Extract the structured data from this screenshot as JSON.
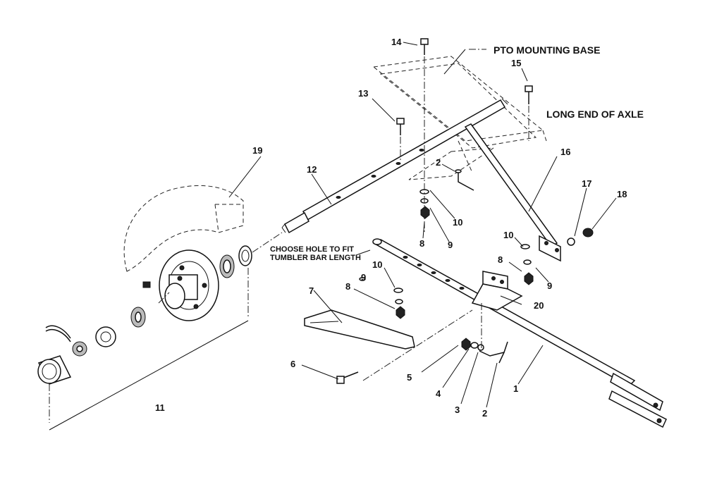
{
  "callouts": {
    "c1": "1",
    "c2a": "2",
    "c2b": "2",
    "c3": "3",
    "c4": "4",
    "c5": "5",
    "c6": "6",
    "c7": "7",
    "c8a": "8",
    "c8b": "8",
    "c8c": "8",
    "c9a": "9",
    "c9b": "9",
    "c9c": "9",
    "c10a": "10",
    "c10b": "10",
    "c10c": "10",
    "c11": "11",
    "c12": "12",
    "c13": "13",
    "c14": "14",
    "c15": "15",
    "c16": "16",
    "c17": "17",
    "c18": "18",
    "c19": "19",
    "c20": "20"
  },
  "notes": {
    "pto": "PTO MOUNTING BASE",
    "long_end": "LONG END OF AXLE",
    "choose_hole_1": "CHOOSE HOLE TO FIT",
    "choose_hole_2": "TUMBLER BAR LENGTH"
  }
}
